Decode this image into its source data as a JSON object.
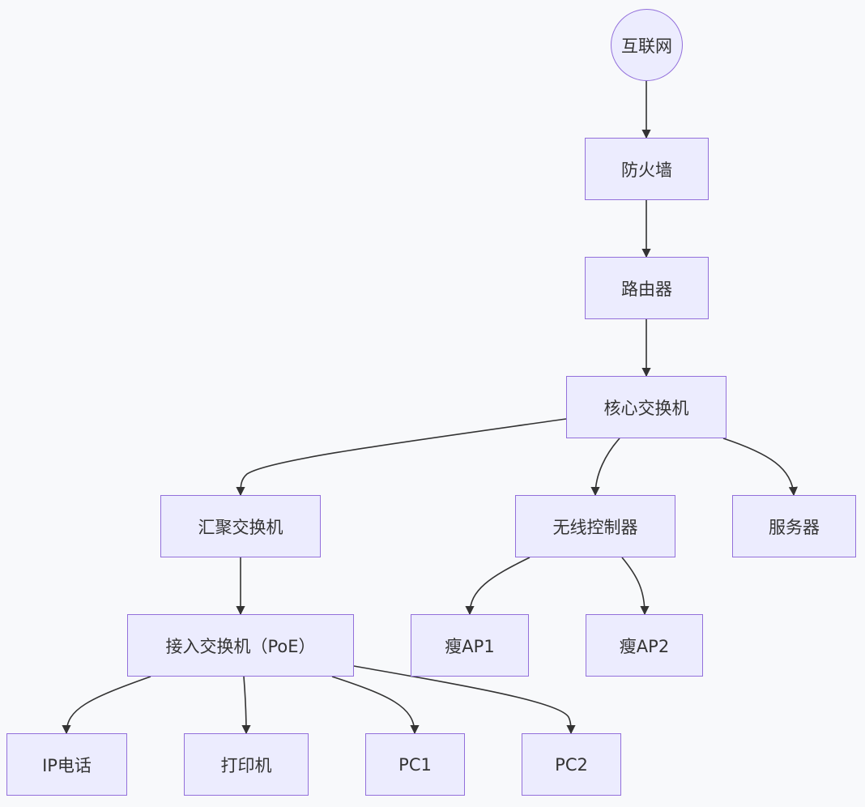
{
  "nodes": {
    "internet": "互联网",
    "firewall": "防火墙",
    "router": "路由器",
    "core_switch": "核心交换机",
    "aggregation_switch": "汇聚交换机",
    "wireless_controller": "无线控制器",
    "server": "服务器",
    "access_switch": "接入交换机（PoE）",
    "thin_ap1": "瘦AP1",
    "thin_ap2": "瘦AP2",
    "ip_phone": "IP电话",
    "printer": "打印机",
    "pc1": "PC1",
    "pc2": "PC2"
  },
  "edges": [
    [
      "internet",
      "firewall"
    ],
    [
      "firewall",
      "router"
    ],
    [
      "router",
      "core_switch"
    ],
    [
      "core_switch",
      "aggregation_switch"
    ],
    [
      "core_switch",
      "wireless_controller"
    ],
    [
      "core_switch",
      "server"
    ],
    [
      "aggregation_switch",
      "access_switch"
    ],
    [
      "wireless_controller",
      "thin_ap1"
    ],
    [
      "wireless_controller",
      "thin_ap2"
    ],
    [
      "access_switch",
      "ip_phone"
    ],
    [
      "access_switch",
      "printer"
    ],
    [
      "access_switch",
      "pc1"
    ],
    [
      "access_switch",
      "pc2"
    ]
  ],
  "colors": {
    "node_fill": "#ececfe",
    "node_border": "#9370db",
    "edge": "#333333",
    "background": "#f8f9fb"
  }
}
